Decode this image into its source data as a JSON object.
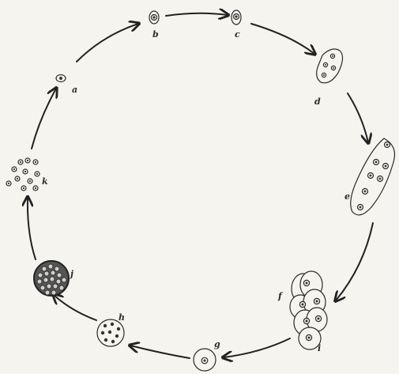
{
  "labels": {
    "a": "a",
    "b": "b",
    "c": "c",
    "d": "d",
    "e": "e",
    "f": "f",
    "i": "i",
    "g": "g",
    "h": "h",
    "j": "j",
    "k": "k"
  },
  "colors": {
    "paper": "#f6f4ee",
    "ink": "#2b2b2b"
  }
}
